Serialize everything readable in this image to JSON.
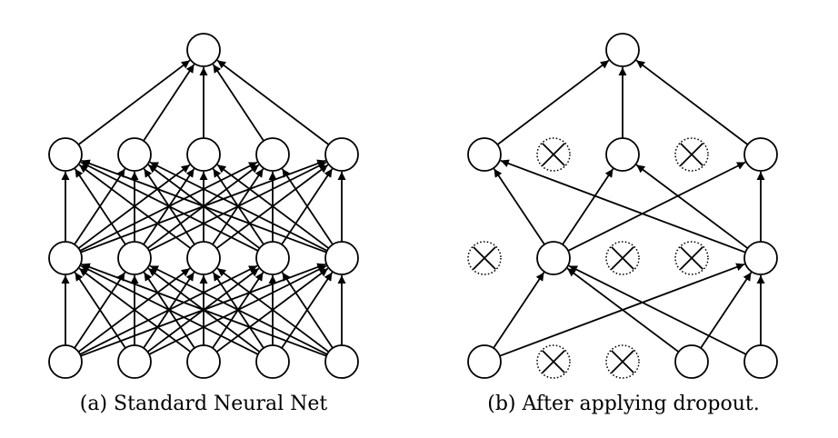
{
  "figures": [
    {
      "id": "a",
      "caption": "(a) Standard Neural Net",
      "layers": [
        {
          "count": 5,
          "dropped": [
            false,
            false,
            false,
            false,
            false
          ]
        },
        {
          "count": 5,
          "dropped": [
            false,
            false,
            false,
            false,
            false
          ]
        },
        {
          "count": 5,
          "dropped": [
            false,
            false,
            false,
            false,
            false
          ]
        },
        {
          "count": 1,
          "dropped": [
            false
          ]
        }
      ],
      "connectivity": "full"
    },
    {
      "id": "b",
      "caption": "(b) After applying dropout.",
      "layers": [
        {
          "count": 5,
          "dropped": [
            false,
            true,
            true,
            false,
            false
          ]
        },
        {
          "count": 5,
          "dropped": [
            true,
            false,
            true,
            true,
            false
          ]
        },
        {
          "count": 5,
          "dropped": [
            false,
            true,
            false,
            true,
            false
          ]
        },
        {
          "count": 1,
          "dropped": [
            false
          ]
        }
      ],
      "connectivity": "full-among-kept"
    }
  ],
  "colors": {
    "stroke": "#000000",
    "node_fill": "#ffffff"
  }
}
